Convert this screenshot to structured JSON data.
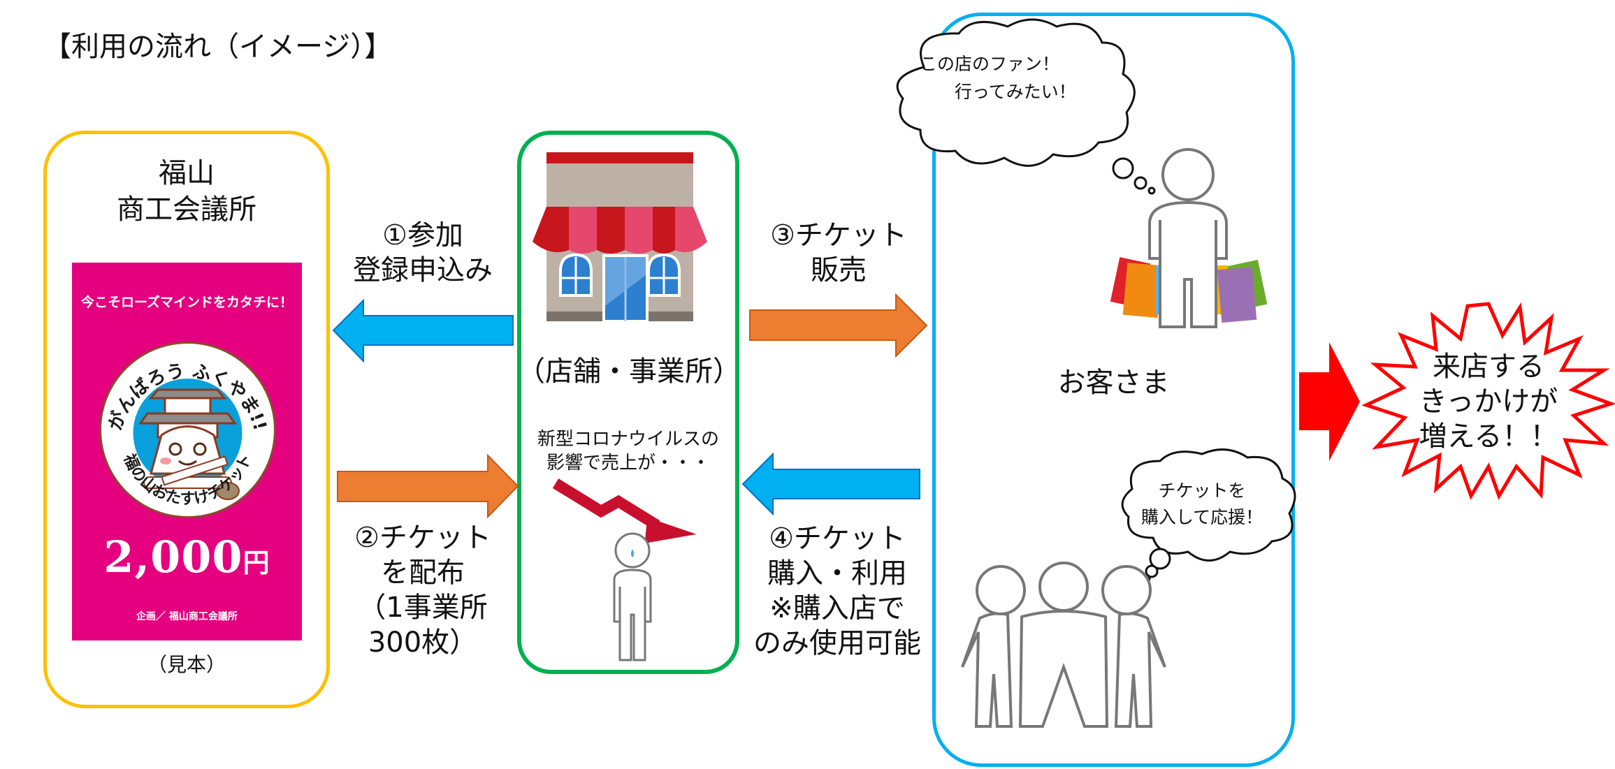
{
  "title": "【利用の流れ（イメージ）】",
  "colors": {
    "cci_frame": "#ffc000",
    "store_frame": "#00b050",
    "customer_frame": "#00b0f0",
    "blue_arrow": "#00b0f0",
    "orange_arrow": "#ed7d31",
    "result_arrow": "#ff0000",
    "ticket_bg": "#e4007f"
  },
  "cci": {
    "name": "福山\n商工会議所",
    "sample_label": "（見本）",
    "ticket": {
      "catchphrase": "今こそローズマインドをカタチに！",
      "emblem_top": "がんばろう ふくやま!!",
      "emblem_bottom": "福の山おたすけチケット",
      "price": "2,000",
      "currency": "円",
      "sponsor": "企画／ 福山商工会議所"
    }
  },
  "steps": [
    {
      "id": 1,
      "label": "①参加\n登録申込み",
      "direction": "left",
      "color": "blue"
    },
    {
      "id": 2,
      "label": "②チケット\nを配布\n（1事業所\n300枚）",
      "direction": "right",
      "color": "orange"
    },
    {
      "id": 3,
      "label": "③チケット\n販売",
      "direction": "right",
      "color": "orange"
    },
    {
      "id": 4,
      "label": "④チケット\n購入・利用\n※購入店で\nのみ使用可能",
      "direction": "left",
      "color": "blue"
    }
  ],
  "store": {
    "label": "（店舗・事業所）",
    "covid_note": "新型コロナウイルスの\n影響で売上が・・・"
  },
  "customer": {
    "label": "お客さま",
    "thought_fan": "この店のファン！\n　　行ってみたい！",
    "thought_support": "チケットを\n購入して応援！"
  },
  "result": {
    "label": "来店する\nきっかけが\n増える！！"
  }
}
